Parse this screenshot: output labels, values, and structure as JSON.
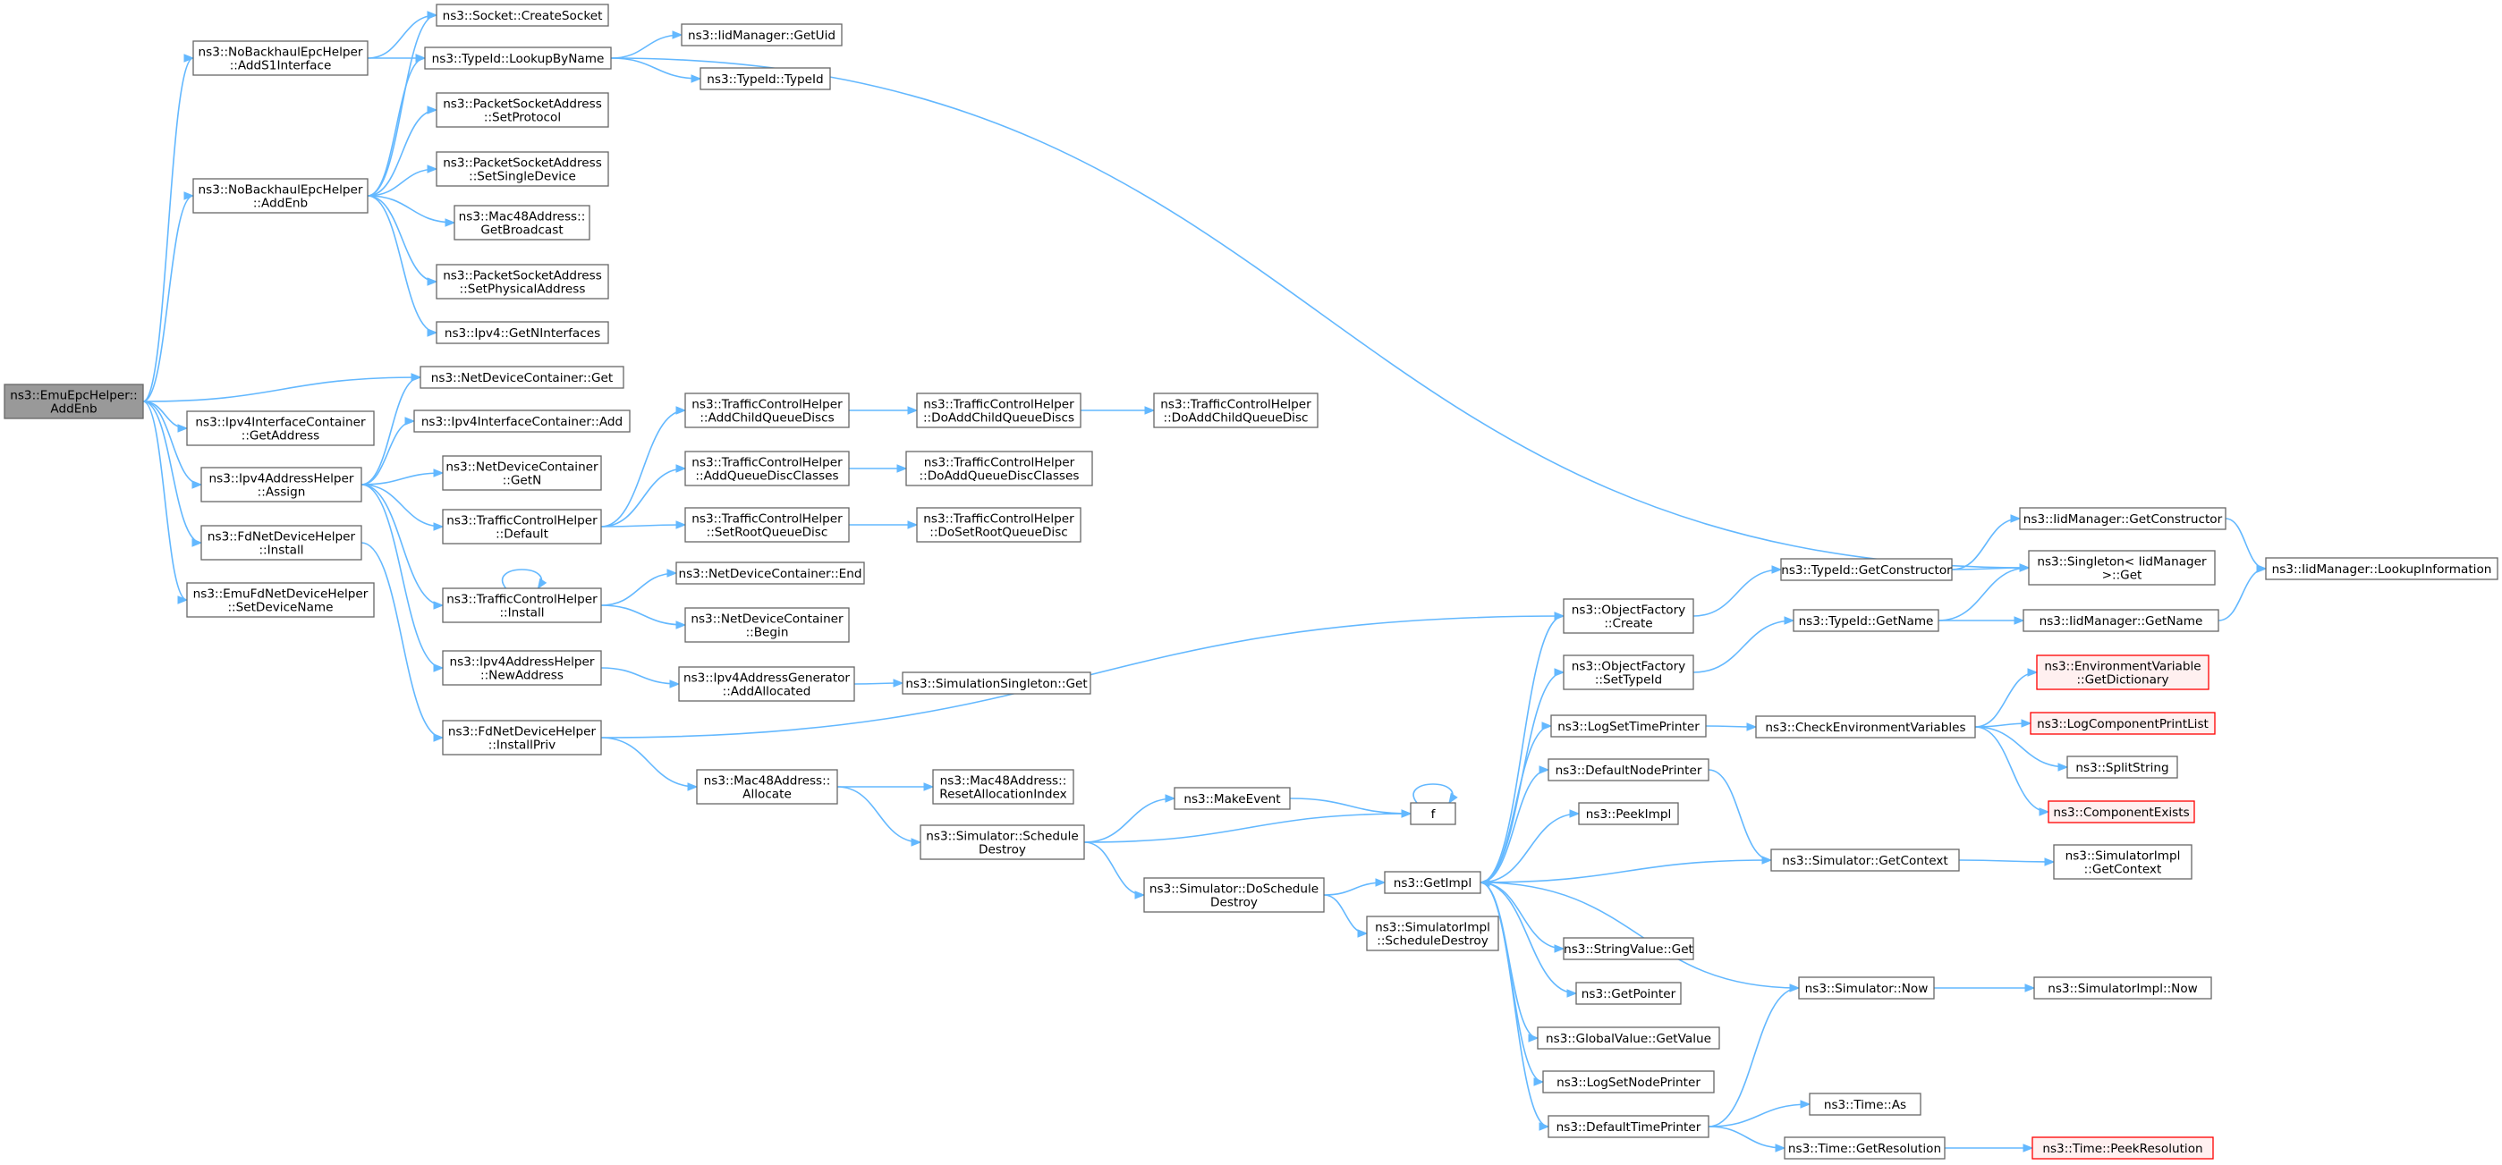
{
  "colors": {
    "edge": "#63b8ff",
    "node_border": "#666666",
    "root_fill": "#999999",
    "truncated_border": "#ff0000",
    "truncated_fill": "#fff0f0"
  },
  "nodes": {
    "root": {
      "lines": [
        "ns3::EmuEpcHelper::",
        "AddEnb"
      ],
      "kind": "root"
    },
    "nobh_s1": {
      "lines": [
        "ns3::NoBackhaulEpcHelper",
        "::AddS1Interface"
      ]
    },
    "nobh_enb": {
      "lines": [
        "ns3::NoBackhaulEpcHelper",
        "::AddEnb"
      ]
    },
    "ipv4ic_getaddr": {
      "lines": [
        "ns3::Ipv4InterfaceContainer",
        "::GetAddress"
      ]
    },
    "ipv4ah_assign": {
      "lines": [
        "ns3::Ipv4AddressHelper",
        "::Assign"
      ]
    },
    "fdnet_install": {
      "lines": [
        "ns3::FdNetDeviceHelper",
        "::Install"
      ]
    },
    "emufd_setdev": {
      "lines": [
        "ns3::EmuFdNetDeviceHelper",
        "::SetDeviceName"
      ]
    },
    "sock_create": {
      "lines": [
        "ns3::Socket::CreateSocket"
      ]
    },
    "typeid_lookup": {
      "lines": [
        "ns3::TypeId::LookupByName"
      ]
    },
    "psa_setproto": {
      "lines": [
        "ns3::PacketSocketAddress",
        "::SetProtocol"
      ]
    },
    "psa_setsingle": {
      "lines": [
        "ns3::PacketSocketAddress",
        "::SetSingleDevice"
      ]
    },
    "mac48_bcast": {
      "lines": [
        "ns3::Mac48Address::",
        "GetBroadcast"
      ]
    },
    "psa_setphys": {
      "lines": [
        "ns3::PacketSocketAddress",
        "::SetPhysicalAddress"
      ]
    },
    "ipv4_getn": {
      "lines": [
        "ns3::Ipv4::GetNInterfaces"
      ]
    },
    "ndc_get": {
      "lines": [
        "ns3::NetDeviceContainer::Get"
      ]
    },
    "ipv4ic_add": {
      "lines": [
        "ns3::Ipv4InterfaceContainer::Add"
      ]
    },
    "ndc_getn": {
      "lines": [
        "ns3::NetDeviceContainer",
        "::GetN"
      ]
    },
    "tch_default": {
      "lines": [
        "ns3::TrafficControlHelper",
        "::Default"
      ]
    },
    "tch_install": {
      "lines": [
        "ns3::TrafficControlHelper",
        "::Install"
      ]
    },
    "ipv4ah_newaddr": {
      "lines": [
        "ns3::Ipv4AddressHelper",
        "::NewAddress"
      ]
    },
    "fdnet_installpriv": {
      "lines": [
        "ns3::FdNetDeviceHelper",
        "::InstallPriv"
      ]
    },
    "iidm_getuid": {
      "lines": [
        "ns3::IidManager::GetUid"
      ]
    },
    "typeid_typeid": {
      "lines": [
        "ns3::TypeId::TypeId"
      ]
    },
    "tch_addchild": {
      "lines": [
        "ns3::TrafficControlHelper",
        "::AddChildQueueDiscs"
      ]
    },
    "tch_addqdc": {
      "lines": [
        "ns3::TrafficControlHelper",
        "::AddQueueDiscClasses"
      ]
    },
    "tch_setroot": {
      "lines": [
        "ns3::TrafficControlHelper",
        "::SetRootQueueDisc"
      ]
    },
    "ndc_end": {
      "lines": [
        "ns3::NetDeviceContainer::End"
      ]
    },
    "ndc_begin": {
      "lines": [
        "ns3::NetDeviceContainer",
        "::Begin"
      ]
    },
    "ipv4ag_addalloc": {
      "lines": [
        "ns3::Ipv4AddressGenerator",
        "::AddAllocated"
      ]
    },
    "mac48_alloc": {
      "lines": [
        "ns3::Mac48Address::",
        "Allocate"
      ]
    },
    "tch_doaddchilds": {
      "lines": [
        "ns3::TrafficControlHelper",
        "::DoAddChildQueueDiscs"
      ]
    },
    "tch_doaddqdc": {
      "lines": [
        "ns3::TrafficControlHelper",
        "::DoAddQueueDiscClasses"
      ]
    },
    "tch_dosetroot": {
      "lines": [
        "ns3::TrafficControlHelper",
        "::DoSetRootQueueDisc"
      ]
    },
    "simsingleton_get": {
      "lines": [
        "ns3::SimulationSingleton::Get"
      ]
    },
    "mac48_resetalloc": {
      "lines": [
        "ns3::Mac48Address::",
        "ResetAllocationIndex"
      ]
    },
    "sim_schedule": {
      "lines": [
        "ns3::Simulator::Schedule",
        "Destroy"
      ]
    },
    "tch_doaddchild": {
      "lines": [
        "ns3::TrafficControlHelper",
        "::DoAddChildQueueDisc"
      ]
    },
    "makeevent": {
      "lines": [
        "ns3::MakeEvent"
      ]
    },
    "sim_doschedule": {
      "lines": [
        "ns3::Simulator::DoSchedule",
        "Destroy"
      ]
    },
    "f": {
      "lines": [
        "f"
      ]
    },
    "getimpl": {
      "lines": [
        "ns3::GetImpl"
      ]
    },
    "simimpl_sched": {
      "lines": [
        "ns3::SimulatorImpl",
        "::ScheduleDestroy"
      ]
    },
    "of_create": {
      "lines": [
        "ns3::ObjectFactory",
        "::Create"
      ]
    },
    "of_settypeid": {
      "lines": [
        "ns3::ObjectFactory",
        "::SetTypeId"
      ]
    },
    "logsettime": {
      "lines": [
        "ns3::LogSetTimePrinter"
      ]
    },
    "defnodeprinter": {
      "lines": [
        "ns3::DefaultNodePrinter"
      ]
    },
    "peekimpl": {
      "lines": [
        "ns3::PeekImpl"
      ]
    },
    "strval_get": {
      "lines": [
        "ns3::StringValue::Get"
      ]
    },
    "getpointer": {
      "lines": [
        "ns3::GetPointer"
      ]
    },
    "gv_getvalue": {
      "lines": [
        "ns3::GlobalValue::GetValue"
      ]
    },
    "logsetnode": {
      "lines": [
        "ns3::LogSetNodePrinter"
      ]
    },
    "deftimeprinter": {
      "lines": [
        "ns3::DefaultTimePrinter"
      ]
    },
    "typeid_getctor": {
      "lines": [
        "ns3::TypeId::GetConstructor"
      ]
    },
    "typeid_getname": {
      "lines": [
        "ns3::TypeId::GetName"
      ]
    },
    "checkenv": {
      "lines": [
        "ns3::CheckEnvironmentVariables"
      ]
    },
    "sim_getctx": {
      "lines": [
        "ns3::Simulator::GetContext"
      ]
    },
    "sim_now": {
      "lines": [
        "ns3::Simulator::Now"
      ]
    },
    "time_as": {
      "lines": [
        "ns3::Time::As"
      ]
    },
    "time_getres": {
      "lines": [
        "ns3::Time::GetResolution"
      ]
    },
    "iidm_getctor": {
      "lines": [
        "ns3::IidManager::GetConstructor"
      ]
    },
    "singleton_get": {
      "lines": [
        "ns3::Singleton< IidManager",
        " >::Get"
      ]
    },
    "iidm_getname": {
      "lines": [
        "ns3::IidManager::GetName"
      ]
    },
    "envvar_getdict": {
      "lines": [
        "ns3::EnvironmentVariable",
        "::GetDictionary"
      ],
      "kind": "trunc"
    },
    "logcomp_printlist": {
      "lines": [
        "ns3::LogComponentPrintList"
      ],
      "kind": "trunc"
    },
    "splitstring": {
      "lines": [
        "ns3::SplitString"
      ]
    },
    "compexists": {
      "lines": [
        "ns3::ComponentExists"
      ],
      "kind": "trunc"
    },
    "simimpl_getctx": {
      "lines": [
        "ns3::SimulatorImpl",
        "::GetContext"
      ]
    },
    "simimpl_now": {
      "lines": [
        "ns3::SimulatorImpl::Now"
      ]
    },
    "time_peekres": {
      "lines": [
        "ns3::Time::PeekResolution"
      ],
      "kind": "trunc"
    },
    "iidm_lookupinfo": {
      "lines": [
        "ns3::IidManager::LookupInformation"
      ]
    }
  },
  "edges": [
    [
      "root",
      "nobh_s1"
    ],
    [
      "root",
      "nobh_enb"
    ],
    [
      "root",
      "ipv4ic_getaddr"
    ],
    [
      "root",
      "ipv4ah_assign"
    ],
    [
      "root",
      "fdnet_install"
    ],
    [
      "root",
      "emufd_setdev"
    ],
    [
      "root",
      "ndc_get"
    ],
    [
      "nobh_s1",
      "sock_create"
    ],
    [
      "nobh_s1",
      "typeid_lookup"
    ],
    [
      "nobh_enb",
      "sock_create"
    ],
    [
      "nobh_enb",
      "typeid_lookup"
    ],
    [
      "nobh_enb",
      "psa_setproto"
    ],
    [
      "nobh_enb",
      "psa_setsingle"
    ],
    [
      "nobh_enb",
      "mac48_bcast"
    ],
    [
      "nobh_enb",
      "psa_setphys"
    ],
    [
      "nobh_enb",
      "ipv4_getn"
    ],
    [
      "typeid_lookup",
      "iidm_getuid"
    ],
    [
      "typeid_lookup",
      "typeid_typeid"
    ],
    [
      "typeid_lookup",
      "singleton_get"
    ],
    [
      "ipv4ah_assign",
      "ndc_get"
    ],
    [
      "ipv4ah_assign",
      "ipv4ic_add"
    ],
    [
      "ipv4ah_assign",
      "ndc_getn"
    ],
    [
      "ipv4ah_assign",
      "tch_default"
    ],
    [
      "ipv4ah_assign",
      "tch_install"
    ],
    [
      "ipv4ah_assign",
      "ipv4ah_newaddr"
    ],
    [
      "fdnet_install",
      "fdnet_installpriv"
    ],
    [
      "tch_default",
      "tch_addchild"
    ],
    [
      "tch_default",
      "tch_addqdc"
    ],
    [
      "tch_default",
      "tch_setroot"
    ],
    [
      "tch_addchild",
      "tch_doaddchilds"
    ],
    [
      "tch_doaddchilds",
      "tch_doaddchild"
    ],
    [
      "tch_addqdc",
      "tch_doaddqdc"
    ],
    [
      "tch_setroot",
      "tch_dosetroot"
    ],
    [
      "tch_install",
      "tch_install"
    ],
    [
      "tch_install",
      "ndc_end"
    ],
    [
      "tch_install",
      "ndc_begin"
    ],
    [
      "ipv4ah_newaddr",
      "ipv4ag_addalloc"
    ],
    [
      "ipv4ag_addalloc",
      "simsingleton_get"
    ],
    [
      "fdnet_installpriv",
      "of_create"
    ],
    [
      "fdnet_installpriv",
      "mac48_alloc"
    ],
    [
      "mac48_alloc",
      "mac48_resetalloc"
    ],
    [
      "mac48_alloc",
      "sim_schedule"
    ],
    [
      "sim_schedule",
      "makeevent"
    ],
    [
      "sim_schedule",
      "f"
    ],
    [
      "sim_schedule",
      "sim_doschedule"
    ],
    [
      "makeevent",
      "f"
    ],
    [
      "f",
      "f"
    ],
    [
      "sim_doschedule",
      "getimpl"
    ],
    [
      "sim_doschedule",
      "simimpl_sched"
    ],
    [
      "getimpl",
      "of_create"
    ],
    [
      "getimpl",
      "of_settypeid"
    ],
    [
      "getimpl",
      "logsettime"
    ],
    [
      "getimpl",
      "defnodeprinter"
    ],
    [
      "getimpl",
      "peekimpl"
    ],
    [
      "getimpl",
      "strval_get"
    ],
    [
      "getimpl",
      "getpointer"
    ],
    [
      "getimpl",
      "gv_getvalue"
    ],
    [
      "getimpl",
      "logsetnode"
    ],
    [
      "getimpl",
      "deftimeprinter"
    ],
    [
      "of_create",
      "typeid_getctor"
    ],
    [
      "of_settypeid",
      "typeid_getname"
    ],
    [
      "typeid_getctor",
      "iidm_getctor"
    ],
    [
      "typeid_getctor",
      "singleton_get"
    ],
    [
      "typeid_getname",
      "singleton_get"
    ],
    [
      "typeid_getname",
      "iidm_getname"
    ],
    [
      "iidm_getctor",
      "iidm_lookupinfo"
    ],
    [
      "iidm_getname",
      "iidm_lookupinfo"
    ],
    [
      "logsettime",
      "checkenv"
    ],
    [
      "checkenv",
      "envvar_getdict"
    ],
    [
      "checkenv",
      "logcomp_printlist"
    ],
    [
      "checkenv",
      "splitstring"
    ],
    [
      "checkenv",
      "compexists"
    ],
    [
      "defnodeprinter",
      "sim_getctx"
    ],
    [
      "sim_getctx",
      "getimpl"
    ],
    [
      "sim_getctx",
      "simimpl_getctx"
    ],
    [
      "deftimeprinter",
      "sim_now"
    ],
    [
      "deftimeprinter",
      "time_as"
    ],
    [
      "deftimeprinter",
      "time_getres"
    ],
    [
      "sim_now",
      "getimpl"
    ],
    [
      "sim_now",
      "simimpl_now"
    ],
    [
      "time_getres",
      "time_peekres"
    ]
  ]
}
